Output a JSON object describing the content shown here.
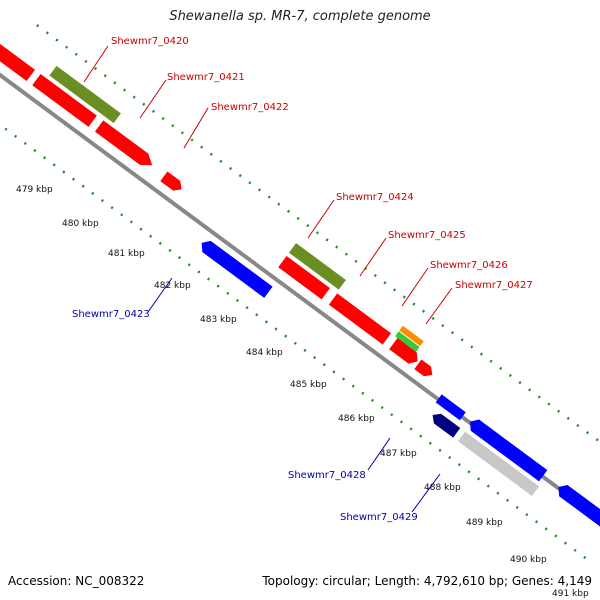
{
  "title": "Shewanella sp. MR-7, complete genome",
  "footer": {
    "accession": "Accession: NC_008322",
    "summary": "Topology: circular; Length: 4,792,610 bp; Genes: 4,149"
  },
  "colors": {
    "forward_cds": "#ff0000",
    "reverse_cds": "#0000ff",
    "forward_label": "#cc0000",
    "reverse_label": "#0000aa",
    "rna_track": "#6b8e23",
    "gc_track": "#228b22",
    "backbone": "#888888"
  },
  "scale_labels": [
    "479 kbp",
    "480 kbp",
    "481 kbp",
    "482 kbp",
    "483 kbp",
    "484 kbp",
    "485 kbp",
    "486 kbp",
    "487 kbp",
    "488 kbp",
    "489 kbp",
    "490 kbp",
    "491 kbp"
  ],
  "gene_labels": [
    {
      "text": "Shewmr7_0420",
      "strand": "forward"
    },
    {
      "text": "Shewmr7_0421",
      "strand": "forward"
    },
    {
      "text": "Shewmr7_0422",
      "strand": "forward"
    },
    {
      "text": "Shewmr7_0423",
      "strand": "reverse"
    },
    {
      "text": "Shewmr7_0424",
      "strand": "forward"
    },
    {
      "text": "Shewmr7_0425",
      "strand": "forward"
    },
    {
      "text": "Shewmr7_0426",
      "strand": "forward"
    },
    {
      "text": "Shewmr7_0427",
      "strand": "forward"
    },
    {
      "text": "Shewmr7_0428",
      "strand": "reverse"
    },
    {
      "text": "Shewmr7_0429",
      "strand": "reverse"
    }
  ]
}
